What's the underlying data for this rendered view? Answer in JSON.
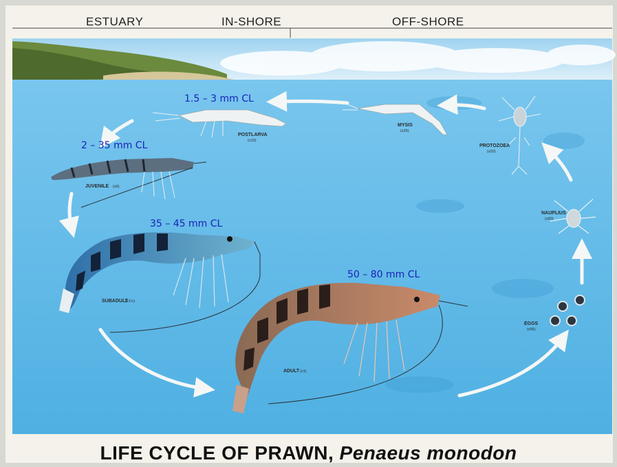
{
  "header": {
    "zones": [
      "ESTUARY",
      "IN-SHORE",
      "OFF-SHORE"
    ]
  },
  "stages": [
    {
      "name": "EGGS",
      "scale": "(x55)"
    },
    {
      "name": "NAUPLIUS",
      "scale": "(x60)"
    },
    {
      "name": "PROTOZOEA",
      "scale": "(x20)"
    },
    {
      "name": "MYSIS",
      "scale": "(x25)"
    },
    {
      "name": "POSTLARVA",
      "scale": "(x10)"
    },
    {
      "name": "JUVENILE",
      "scale": "(x5)"
    },
    {
      "name": "SUBADULT",
      "scale": "(x1½)"
    },
    {
      "name": "ADULT",
      "scale": "(x1)"
    }
  ],
  "sizes": {
    "postlarva": "1.5 – 3 mm CL",
    "juvenile": "2 – 35 mm CL",
    "subadult": "35 – 45 mm CL",
    "adult": "50 – 80 mm CL"
  },
  "title": {
    "main": "LIFE CYCLE OF PRAWN,",
    "species": "Penaeus monodon"
  },
  "colors": {
    "water": "#5fb7e6",
    "sky": "#bfe2f4",
    "arrow": "#f4f7f5",
    "size_text": "#1a22b8"
  }
}
